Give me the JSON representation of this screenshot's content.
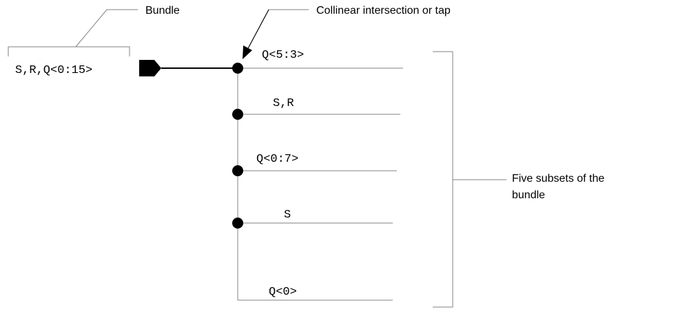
{
  "labels": {
    "bundle_callout": "Bundle",
    "tap_callout": "Collinear intersection or tap",
    "subsets_callout_line1": "Five subsets of the",
    "subsets_callout_line2": "bundle"
  },
  "bundle_name": "S,R,Q<0:15>",
  "taps": [
    {
      "label": "Q<5:3>"
    },
    {
      "label": "S,R"
    },
    {
      "label": "Q<0:7>"
    },
    {
      "label": "S"
    },
    {
      "label": "Q<0>"
    }
  ]
}
